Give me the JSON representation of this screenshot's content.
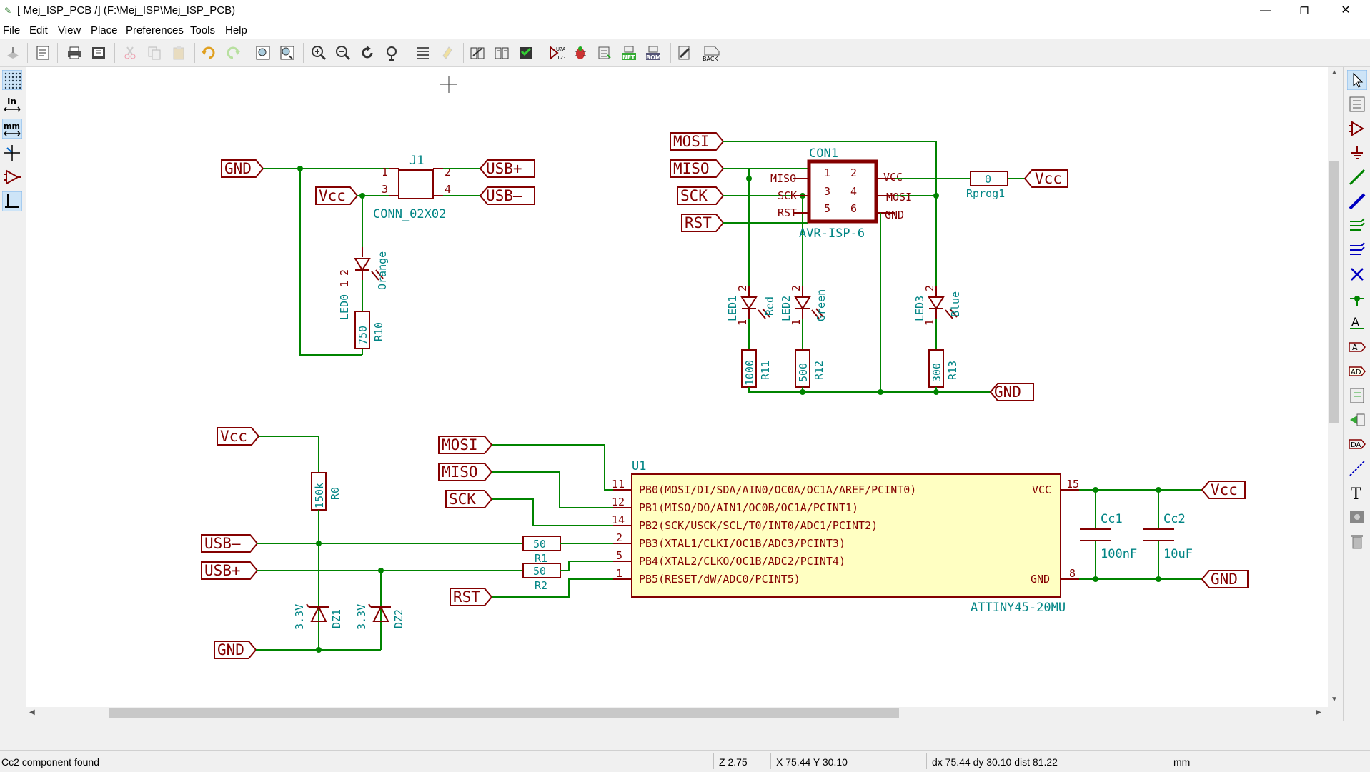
{
  "window": {
    "title": "[ Mej_ISP_PCB /] (F:\\Mej_ISP\\Mej_ISP_PCB)",
    "minimize": "—",
    "restore": "❐",
    "close": "✕"
  },
  "menu": [
    "File",
    "Edit",
    "View",
    "Place",
    "Preferences",
    "Tools",
    "Help"
  ],
  "toolbar": {
    "icons": [
      "new-sheet-icon",
      "sheet-setup-icon",
      "print-icon",
      "plot-icon",
      "cut-icon",
      "copy-icon",
      "paste-icon",
      "undo-icon",
      "redo-icon",
      "find-icon",
      "find-replace-icon",
      "zoom-in-icon",
      "zoom-out-icon",
      "redraw-icon",
      "zoom-fit-icon",
      "hierarchy-navigator-icon",
      "leave-sheet-icon",
      "library-editor-icon",
      "library-browser-icon",
      "footprint-assign-icon",
      "annotate-icon",
      "erc-icon",
      "netlist-icon",
      "cvpcb-icon",
      "bom-icon",
      "pcbnew-icon",
      "back-annotate-icon"
    ],
    "annotate_label": "U?A",
    "annotate_sub": "123",
    "net_label": "NET",
    "bom_label": "BOM",
    "back_label": "BACK"
  },
  "left_toolbar": {
    "in_label": "In",
    "mm_label": "mm"
  },
  "schematic": {
    "labels": {
      "gnd": "GND",
      "vcc": "Vcc",
      "usb_plus": "USB+",
      "usb_minus": "USB–",
      "mosi": "MOSI",
      "miso": "MISO",
      "sck": "SCK",
      "rst": "RST"
    },
    "j1": {
      "ref": "J1",
      "value": "CONN_02X02",
      "pins": [
        "1",
        "2",
        "3",
        "4"
      ]
    },
    "con1": {
      "ref": "CON1",
      "value": "AVR-ISP-6",
      "pins": [
        "1",
        "2",
        "3",
        "4",
        "5",
        "6"
      ],
      "left_names": [
        "MISO",
        "SCK",
        "RST"
      ],
      "right_names": [
        "VCC",
        "MOSI",
        "GND"
      ]
    },
    "rprog": {
      "ref": "Rprog1",
      "value": "0"
    },
    "leds": [
      {
        "ref": "LED0",
        "color": "Orange"
      },
      {
        "ref": "LED1",
        "color": "Red"
      },
      {
        "ref": "LED2",
        "color": "Green"
      },
      {
        "ref": "LED3",
        "color": "Blue"
      }
    ],
    "pin_numbers": {
      "one": "1",
      "two": "2"
    },
    "resistors": [
      {
        "ref": "R10",
        "value": "750"
      },
      {
        "ref": "R11",
        "value": "1000"
      },
      {
        "ref": "R12",
        "value": "500"
      },
      {
        "ref": "R13",
        "value": "300"
      },
      {
        "ref": "R0",
        "value": "150k"
      },
      {
        "ref": "R1",
        "value": "50"
      },
      {
        "ref": "R2",
        "value": "50"
      }
    ],
    "zeners": [
      {
        "ref": "DZ1",
        "value": "3.3V"
      },
      {
        "ref": "DZ2",
        "value": "3.3V"
      }
    ],
    "caps": [
      {
        "ref": "Cc1",
        "value": "100nF"
      },
      {
        "ref": "Cc2",
        "value": "10uF"
      }
    ],
    "u1": {
      "ref": "U1",
      "value": "ATTINY45-20MU",
      "pins": [
        {
          "num": "11",
          "name": "PB0(MOSI/DI/SDA/AIN0/OC0A/OC1A/AREF/PCINT0)"
        },
        {
          "num": "12",
          "name": "PB1(MISO/DO/AIN1/OC0B/OC1A/PCINT1)"
        },
        {
          "num": "14",
          "name": "PB2(SCK/USCK/SCL/T0/INT0/ADC1/PCINT2)"
        },
        {
          "num": "2",
          "name": "PB3(XTAL1/CLKI/OC1B/ADC3/PCINT3)"
        },
        {
          "num": "5",
          "name": "PB4(XTAL2/CLKO/OC1B/ADC2/PCINT4)"
        },
        {
          "num": "1",
          "name": "PB5(RESET/dW/ADC0/PCINT5)"
        }
      ],
      "vcc_pin": {
        "num": "15",
        "name": "VCC"
      },
      "gnd_pin": {
        "num": "8",
        "name": "GND"
      }
    }
  },
  "status": {
    "message": "Cc2 component found",
    "zoom": "Z 2.75",
    "xy": "X 75.44  Y 30.10",
    "delta": "dx 75.44  dy 30.10  dist 81.22",
    "units": "mm"
  },
  "colors": {
    "wire": "#008400",
    "label": "#840000",
    "body_fill": "#ffffc2",
    "text": "#008484",
    "pin": "#840000"
  }
}
